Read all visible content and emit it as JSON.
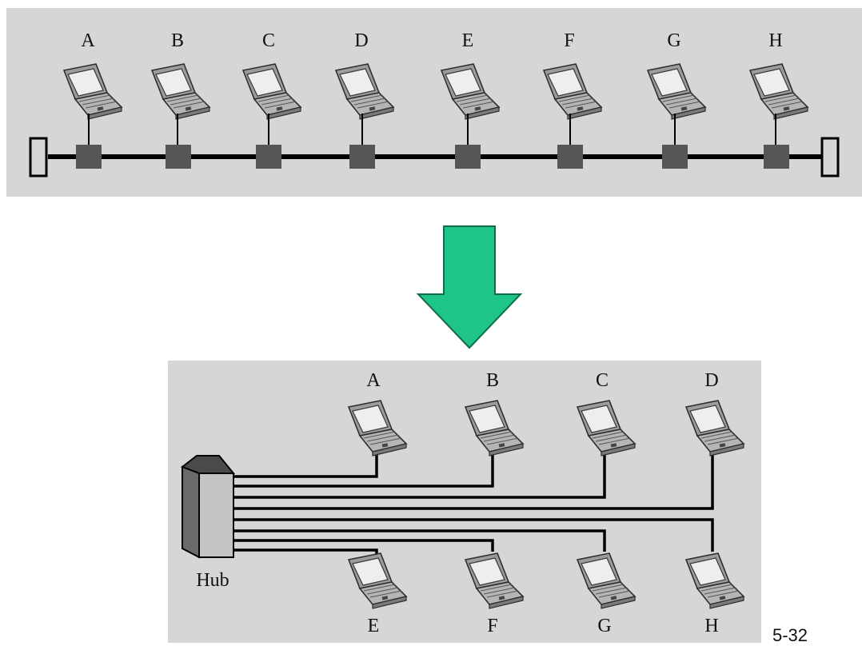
{
  "bus_topology": {
    "stations": [
      "A",
      "B",
      "C",
      "D",
      "E",
      "F",
      "G",
      "H"
    ]
  },
  "star_topology": {
    "top_stations": [
      "A",
      "B",
      "C",
      "D"
    ],
    "bottom_stations": [
      "E",
      "F",
      "G",
      "H"
    ],
    "hub_label": "Hub"
  },
  "page_number": "5-32",
  "colors": {
    "panel": "#d6d6d6",
    "arrow": "#1fc587",
    "tap": "#565656",
    "cable": "#000000"
  },
  "icons": {
    "station": "laptop-icon",
    "transition": "down-arrow-icon",
    "hub": "hub-box-icon"
  }
}
